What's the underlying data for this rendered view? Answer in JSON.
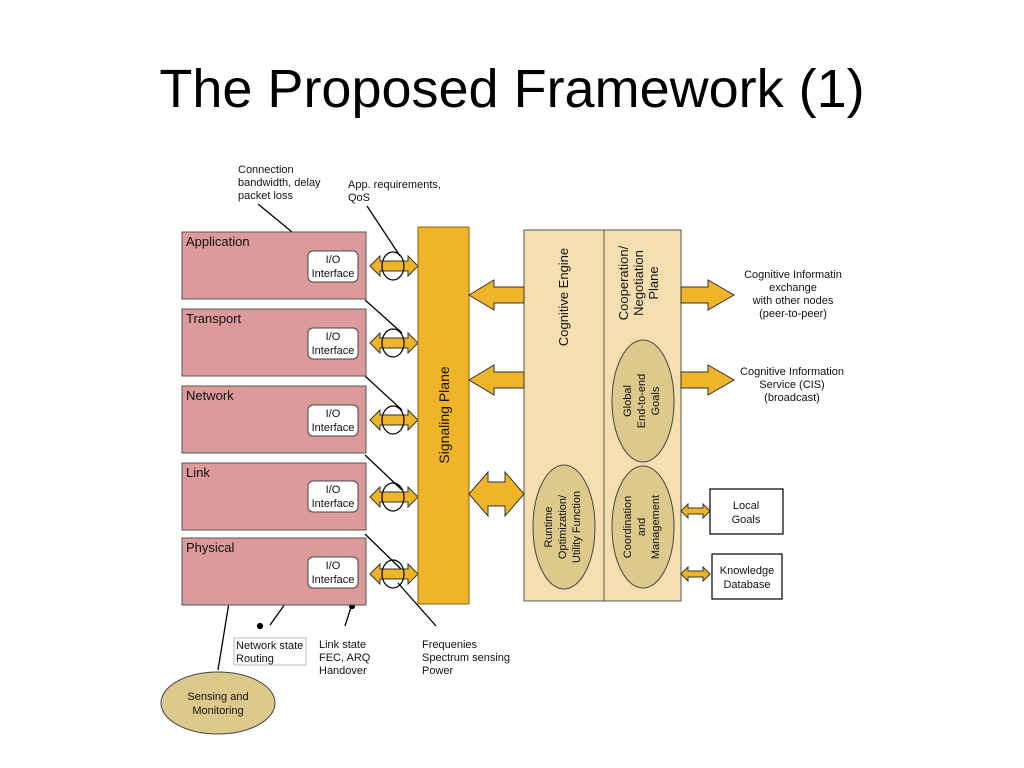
{
  "slide": {
    "title": "The Proposed Framework (1)"
  },
  "annotations": {
    "connection": [
      "Connection",
      "bandwidth, delay",
      "packet loss"
    ],
    "app_req": [
      "App. requirements,",
      "QoS"
    ],
    "network_state": [
      "Network state",
      "Routing"
    ],
    "link_state": [
      "Link state",
      "FEC, ARQ",
      "Handover"
    ],
    "frequencies": [
      "Frequenies",
      "Spectrum sensing",
      "Power"
    ]
  },
  "layers": [
    {
      "name": "Application",
      "io": [
        "I/O",
        "Interface"
      ]
    },
    {
      "name": "Transport",
      "io": [
        "I/O",
        "Interface"
      ]
    },
    {
      "name": "Network",
      "io": [
        "I/O",
        "Interface"
      ]
    },
    {
      "name": "Link",
      "io": [
        "I/O",
        "Interface"
      ]
    },
    {
      "name": "Physical",
      "io": [
        "I/O",
        "Interface"
      ]
    }
  ],
  "signaling_plane": "Signaling Plane",
  "cognitive_engine": "Cognitive Engine",
  "cooperation_plane": [
    "Cooperation/",
    "Negotiation",
    "Plane"
  ],
  "ellipses": {
    "global_goals": [
      "Global",
      "End-to-end",
      "Goals"
    ],
    "runtime": [
      "Runtime",
      "Optimization/",
      "Utility Function"
    ],
    "coordination": [
      "Coordination",
      "and",
      "Management"
    ]
  },
  "right_labels": {
    "p2p": [
      "Cognitive Informatin",
      "exchange",
      "with other nodes",
      "(peer-to-peer)"
    ],
    "cis": [
      "Cognitive Information",
      "Service (CIS)",
      "(broadcast)"
    ]
  },
  "boxes": {
    "local_goals": [
      "Local",
      "Goals"
    ],
    "knowledge_db": [
      "Knowledge",
      "Database"
    ]
  },
  "sensing": [
    "Sensing and",
    "Monitoring"
  ],
  "colors": {
    "layer_fill": "#dc9a9a",
    "signal_fill": "#f0b428",
    "cognitive_fill": "#f5dfb0",
    "ellipse_fill": "#dcc98c",
    "arrow_fill": "#f0b428"
  }
}
